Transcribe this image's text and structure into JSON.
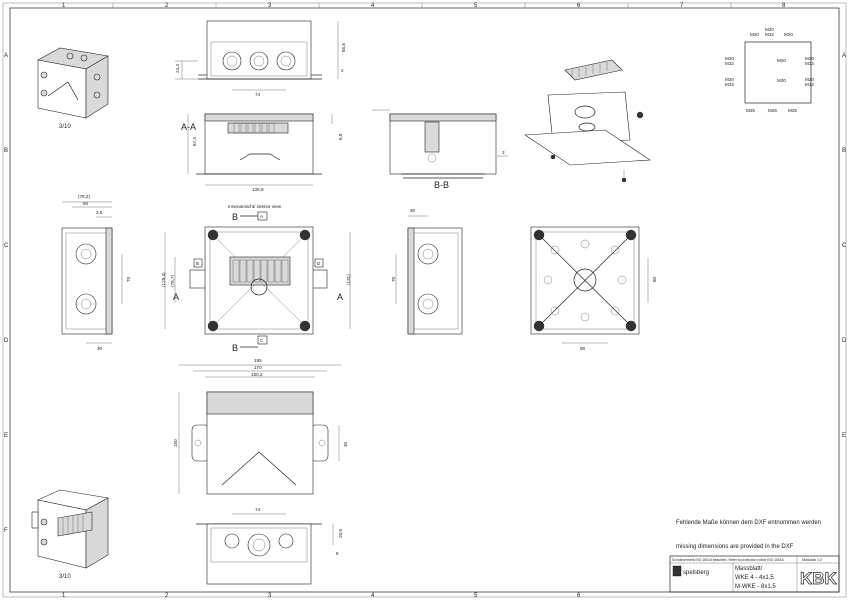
{
  "border": {
    "columns": [
      "1",
      "2",
      "3",
      "4",
      "5",
      "6",
      "7",
      "8"
    ],
    "rows": [
      "A",
      "B",
      "C",
      "D",
      "E",
      "F"
    ]
  },
  "iso_views": {
    "top_scale": "3/10",
    "bottom_scale": "3/10"
  },
  "top_view": {
    "height_dim": "24,4",
    "width_dim": "74",
    "right_dim": "65,8",
    "right_small": "2"
  },
  "section_aa": {
    "label": "A-A",
    "height_dim": "67,3",
    "width_dim": "136,9",
    "right_dim": "6,8"
  },
  "section_bb": {
    "label": "B-B",
    "right_small": "3"
  },
  "gland_layout": {
    "top_row": [
      "M20\nM32",
      "M20"
    ],
    "top_left": "M20",
    "top_label_upper": "M20",
    "top_label_lower": "M32",
    "top_right": "M20",
    "left_upper_1": "M20",
    "left_upper_2": "M32",
    "left_lower_1": "M20",
    "left_lower_2": "M32",
    "right_upper_1": "M20",
    "right_upper_2": "M32",
    "right_lower_1": "M20",
    "right_lower_2": "M32",
    "center_upper": "M20",
    "center_lower": "M20",
    "bottom_left": "M25",
    "bottom_mid": "M25",
    "bottom_right": "M25"
  },
  "side_view_left": {
    "top_dim_1": "(78,2)",
    "top_dim_2": "50",
    "top_dim_3": "2,6",
    "mid_dim": "70",
    "bottom_dim": "30"
  },
  "interior_view": {
    "title": "Innenansicht/ interior view",
    "section_b_top": "B",
    "section_b_bottom": "B",
    "section_a_left": "A",
    "section_a_right": "A",
    "height_dim_1": "(129,4)",
    "height_dim_2": "(78,7)",
    "right_dim": "(131)",
    "tag_a": "A",
    "tag_b": "B",
    "tag_c": "C",
    "tag_d": "D"
  },
  "side_view_right": {
    "top_dim": "30",
    "mid_dim": "70"
  },
  "bottom_view": {
    "right_dim": "80",
    "bottom_dim": "80"
  },
  "lid_view": {
    "dim_outer": "195",
    "dim_mid": "170",
    "dim_inner": "150,2",
    "left_dim": "150",
    "right_dim": "30"
  },
  "front_bottom": {
    "top_dim": "74",
    "right_dim_1": "20,9",
    "right_dim_2": "8"
  },
  "notes": {
    "line_de": "Fehlende Maße können dem DXF entnommen werden",
    "line_en": "missing dimensions are provided in the DXF"
  },
  "title_block": {
    "brand": "spelsberg",
    "title_1": "Massblatt/",
    "title_2": "WKE 4 - 4x1,5",
    "title_3": "M-WKE - 8x1,5",
    "sheet": "Maßstab 1:2",
    "copyright": "Schutzvermerk ISO 16016 beachten. Refer to protection notice ISO 16016.",
    "watermark": "KBK"
  }
}
